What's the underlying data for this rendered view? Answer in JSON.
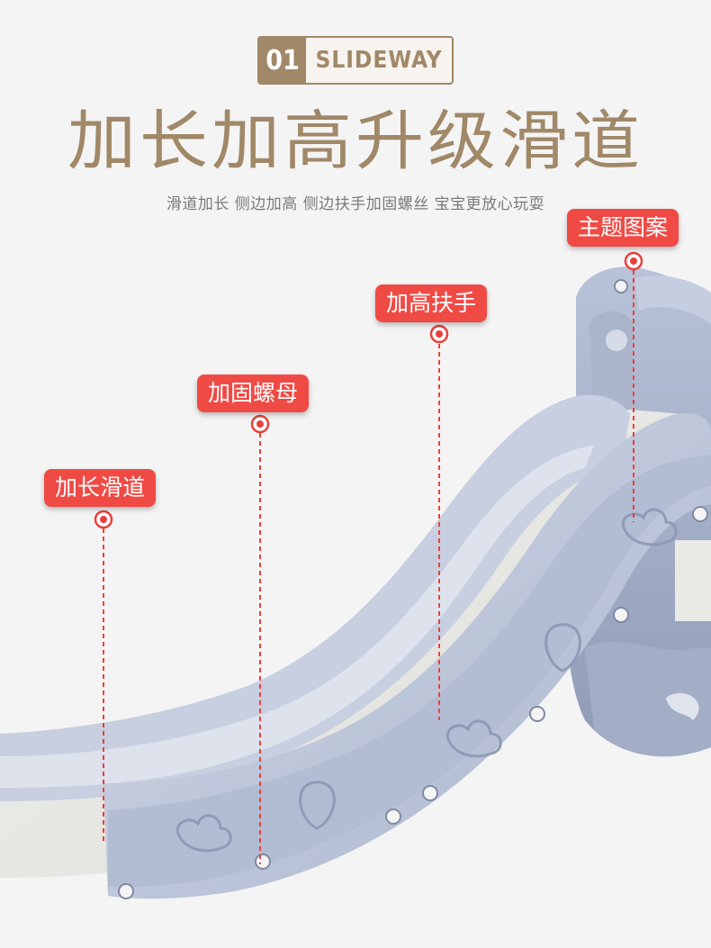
{
  "badge": {
    "number": "01",
    "word": "SLIDEWAY"
  },
  "title": "加长加高升级滑道",
  "subtitle": "滑道加长 侧边加高 侧边扶手加固螺丝 宝宝更放心玩耍",
  "callouts": {
    "theme": "主题图案",
    "handrail": "加高扶手",
    "nut": "加固螺母",
    "slide": "加长滑道"
  },
  "colors": {
    "accent": "#a08868",
    "callout": "#f04a45",
    "slide": "#b9c3d8"
  }
}
